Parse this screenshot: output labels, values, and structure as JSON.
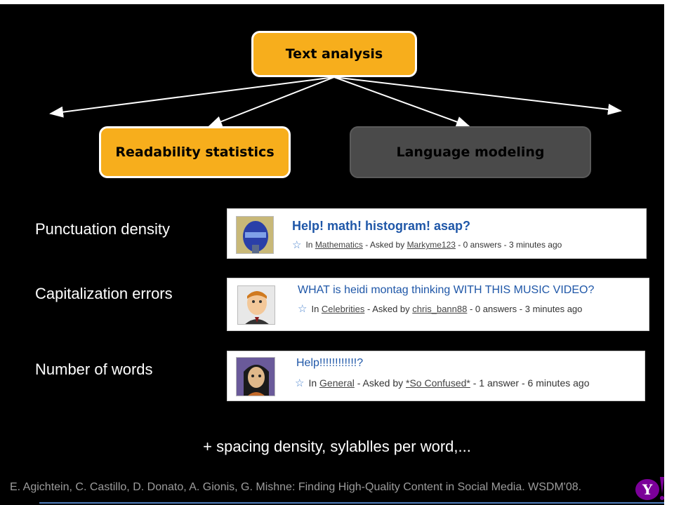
{
  "diagram": {
    "root": "Text analysis",
    "left_child": "Readability statistics",
    "right_child": "Language modeling"
  },
  "features": [
    "Punctuation density",
    "Capitalization errors",
    "Number of words"
  ],
  "cards": [
    {
      "title": "Help! math! histogram! asap?",
      "in_label": "In",
      "category": "Mathematics",
      "asked_by_label": "- Asked by",
      "user": "Markyme123",
      "stats": "- 0 answers - 3 minutes ago"
    },
    {
      "title": "WHAT is heidi montag thinking WITH THIS MUSIC VIDEO?",
      "in_label": "In",
      "category": "Celebrities",
      "asked_by_label": "- Asked by",
      "user": "chris_bann88",
      "stats": "- 0 answers - 3 minutes ago"
    },
    {
      "title": "Help!!!!!!!!!!!!?",
      "in_label": "In",
      "category": "General",
      "asked_by_label": "- Asked by",
      "user": "*So Confused*",
      "stats": "- 1 answer - 6 minutes ago"
    }
  ],
  "footer_note": "+ spacing density, sylablles per word,...",
  "citation": "E. Agichtein, C. Castillo, D. Donato, A. Gionis, G. Mishne: Finding High-Quality Content in Social Media. WSDM'08.",
  "logo_text": "Y!",
  "colors": {
    "accent_orange": "#f7ae1c",
    "gray_box": "#4a4a4a",
    "link_blue": "#1f57a8",
    "yahoo_purple": "#7b0099"
  }
}
